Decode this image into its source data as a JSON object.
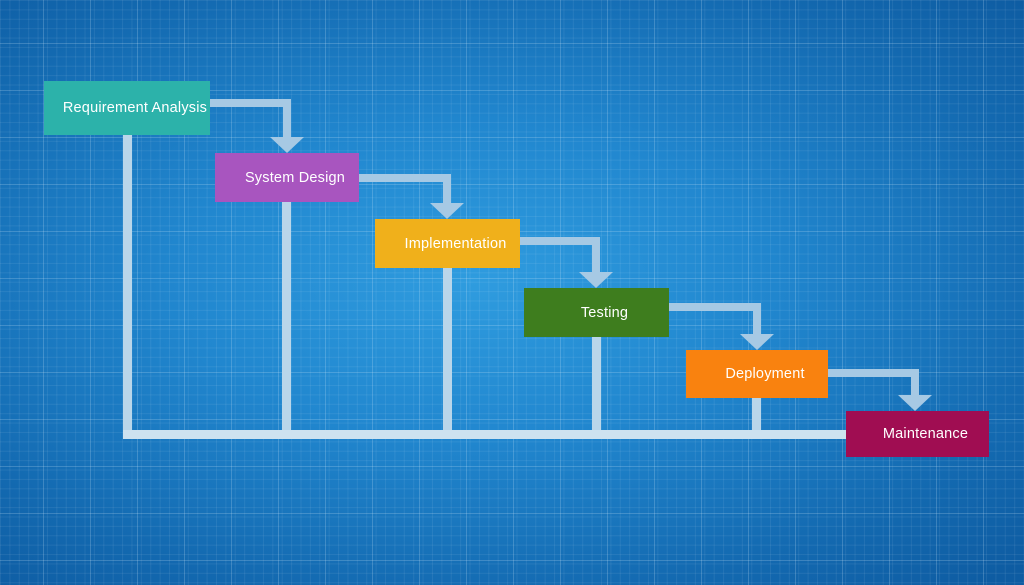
{
  "diagram": {
    "type": "flowchart",
    "stages": [
      {
        "label": "Requirement Analysis",
        "color": "#2cb2aa"
      },
      {
        "label": "System Design",
        "color": "#a855bf"
      },
      {
        "label": "Implementation",
        "color": "#f0b01b"
      },
      {
        "label": "Testing",
        "color": "#3e7d1e"
      },
      {
        "label": "Deployment",
        "color": "#f9820f"
      },
      {
        "label": "Maintenance",
        "color": "#a00d52"
      }
    ],
    "arrows": [
      {
        "from": "Requirement Analysis",
        "to": "System Design"
      },
      {
        "from": "System Design",
        "to": "Implementation"
      },
      {
        "from": "Implementation",
        "to": "Testing"
      },
      {
        "from": "Testing",
        "to": "Deployment"
      },
      {
        "from": "Deployment",
        "to": "Maintenance"
      }
    ],
    "feedback_bus": {
      "sources": [
        "Requirement Analysis",
        "System Design",
        "Implementation",
        "Testing",
        "Deployment"
      ],
      "target": "Maintenance"
    }
  },
  "colors": {
    "background_center": "#2f9cdf",
    "background_edge": "#0e5ca2",
    "grid_line_major": "#d0e8f8",
    "grid_line_minor": "#ffffff",
    "arrow_line": "#a6c9e4",
    "drop_line": "#b9d6ea",
    "bus_line": "#cde2f0",
    "label_text": "#ffffff"
  }
}
